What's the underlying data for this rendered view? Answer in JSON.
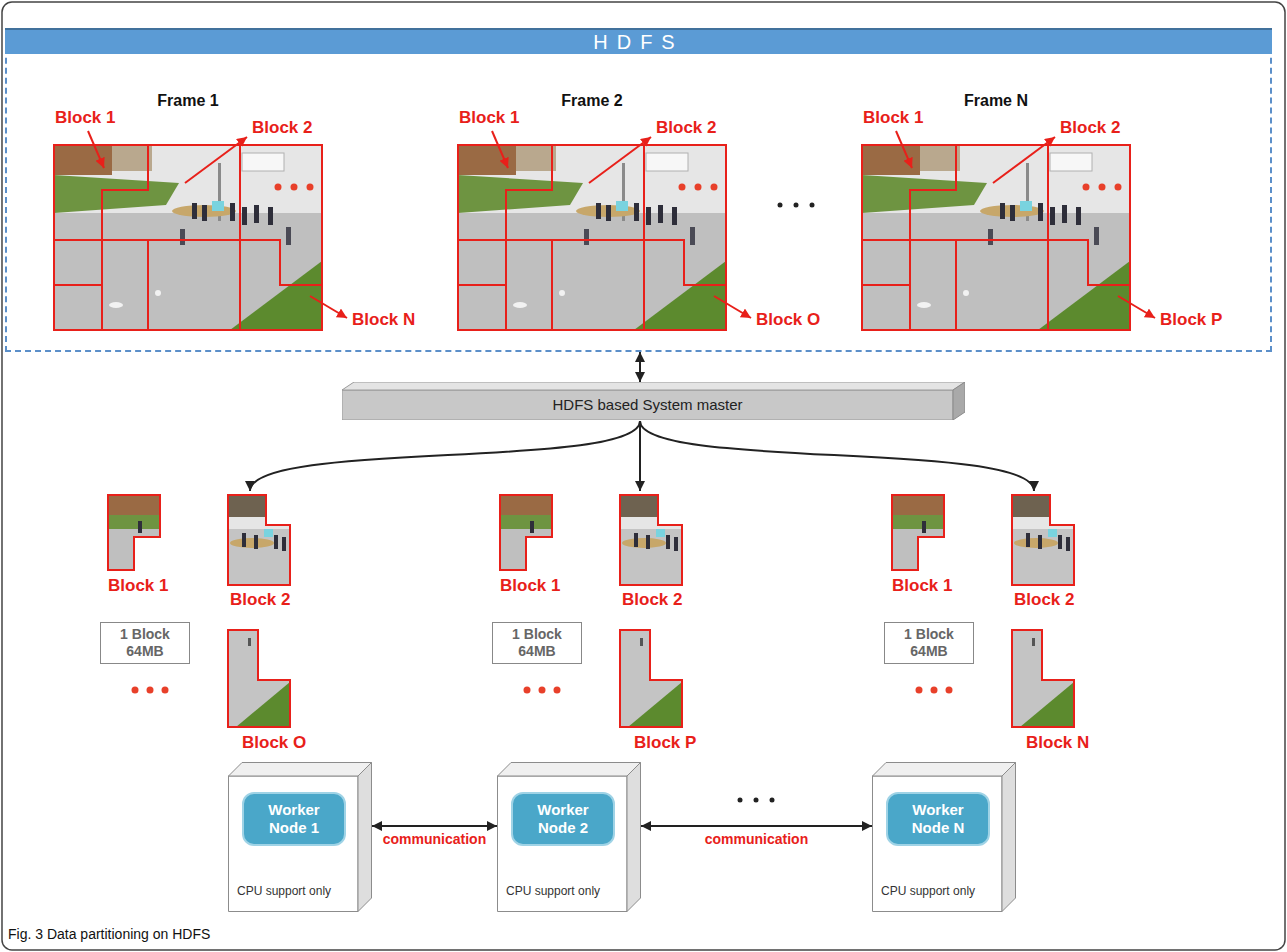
{
  "diagram": {
    "caption": "Fig. 3 Data partitioning on HDFS",
    "nodes": [
      {
        "text": [
          "HDFS"
        ]
      },
      {
        "text": [
          "Frame 1"
        ],
        "in": 0
      },
      {
        "text": [
          "Frame 2"
        ],
        "in": 0
      },
      {
        "text": [
          "Frame N"
        ],
        "in": 0
      },
      {
        "text": [
          "HDFS based System master"
        ]
      },
      {
        "text": [
          "1 Block 64MB"
        ]
      },
      {
        "text": [
          "1 Block 64MB"
        ]
      },
      {
        "text": [
          "1 Block 64MB"
        ]
      },
      {
        "text": [
          "CPU support only"
        ]
      },
      {
        "text": [
          "Worker Node 1"
        ],
        "in": 8
      },
      {
        "text": [
          "CPU support only"
        ]
      },
      {
        "text": [
          "Worker Node 2"
        ],
        "in": 10
      },
      {
        "text": [
          "CPU support only"
        ]
      },
      {
        "text": [
          "Worker Node N"
        ],
        "in": 12
      }
    ],
    "edges": [
      {
        "from": 0,
        "to": 4,
        "arrow": "both"
      },
      {
        "from": 8,
        "to": 10,
        "arrow": "both",
        "label": "communication"
      },
      {
        "from": 10,
        "to": 12,
        "arrow": "both",
        "label": "communication"
      }
    ],
    "labels": [
      "Block 1",
      "Block 2",
      "Block N",
      "Block 1",
      "Block 2",
      "Block O",
      "Block 1",
      "Block 2",
      "Block P",
      "Block 1",
      "Block 2",
      "Block O",
      "Block 1",
      "Block 2",
      "Block P",
      "Block 1",
      "Block 2",
      "Block N"
    ]
  }
}
